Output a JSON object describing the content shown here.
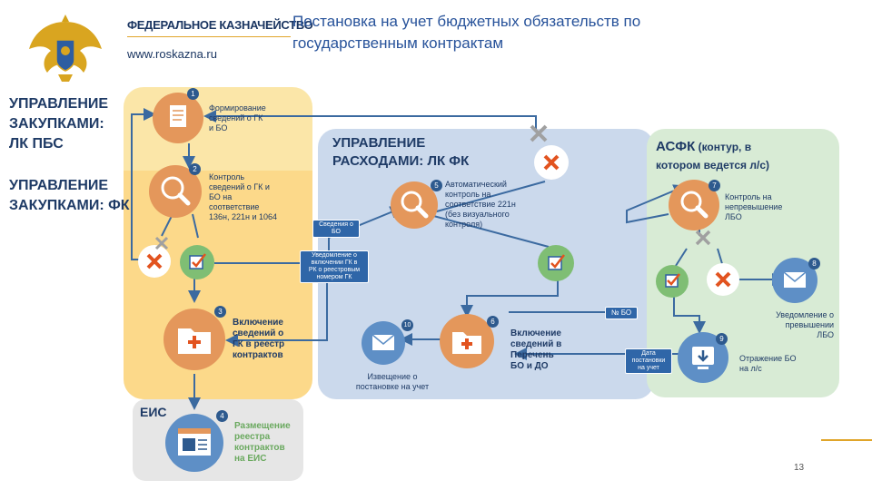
{
  "header": {
    "org_name": "ФЕДЕРАЛЬНОЕ КАЗНАЧЕЙСТВО",
    "site": "www.roskazna.ru",
    "title_line1": "Постановка на учет бюджетных обязательств по",
    "title_line2": "государственным контрактам"
  },
  "zones": {
    "pbs": {
      "line1": "УПРАВЛЕНИЕ",
      "line2": "ЗАКУПКАМИ:",
      "line3": "ЛК ПБС"
    },
    "fk": {
      "line1": "УПРАВЛЕНИЕ",
      "line2": "ЗАКУПКАМИ: ФК"
    },
    "rashody": {
      "line1": "УПРАВЛЕНИЕ",
      "line2": "РАСХОДАМИ: ЛК ФК"
    },
    "asfk": {
      "line1": "АСФК",
      "line1_rest": " (контур, в",
      "line2": "котором ведется л/с)"
    },
    "eis": {
      "label": "ЕИС"
    }
  },
  "steps": {
    "s1": {
      "num": "1",
      "text": [
        "Формирование",
        "сведений о ГК",
        "и БО"
      ]
    },
    "s2": {
      "num": "2",
      "text": [
        "Контроль",
        "сведений о ГК и",
        "БО на",
        "соответствие",
        "136н, 221н и 1064"
      ]
    },
    "s3": {
      "num": "3",
      "text": [
        "Включение",
        "сведений о",
        "ГК в реестр",
        "контрактов"
      ]
    },
    "s4": {
      "num": "4",
      "text": [
        "Размещение",
        "реестра",
        "контрактов",
        "на ЕИС"
      ]
    },
    "s5": {
      "num": "5",
      "text": [
        "Автоматический",
        "контроль на",
        "соответствие 221н",
        "(без визуального",
        "контроля)"
      ]
    },
    "s6": {
      "num": "6",
      "text": [
        "Включение",
        "сведений в",
        "Перечень",
        "БО и ДО"
      ]
    },
    "s7": {
      "num": "7",
      "text": [
        "Контроль на",
        "непревышение",
        "ЛБО"
      ]
    },
    "s8": {
      "num": "8",
      "text": [
        "Уведомление о",
        "превышении",
        "ЛБО"
      ]
    },
    "s9": {
      "num": "9",
      "text": [
        "Отражение БО",
        "на л/с"
      ]
    },
    "s10": {
      "num": "10",
      "text": [
        "Извещение о",
        "постановке на учет"
      ]
    }
  },
  "pills": {
    "svedenia_bo": [
      "Сведения о",
      "БО"
    ],
    "uvedomlenie": [
      "Уведомление о",
      "включении ГК в",
      "РК о реестровым",
      "номером ГК"
    ],
    "nbo": "№ БО",
    "data": [
      "Дата",
      "постановки",
      "на учет"
    ]
  },
  "page_number": "13",
  "colors": {
    "zone_yellow": "#fbe6a8",
    "zone_blue": "#cbd9ec",
    "zone_green": "#d8ebd5",
    "zone_gray": "#e6e6e6",
    "orange": "#e4975b",
    "blue_circle": "#5e8fc6",
    "green_circle": "#7fbe74",
    "accent_red": "#e2531f",
    "header_blue": "#27529a"
  }
}
